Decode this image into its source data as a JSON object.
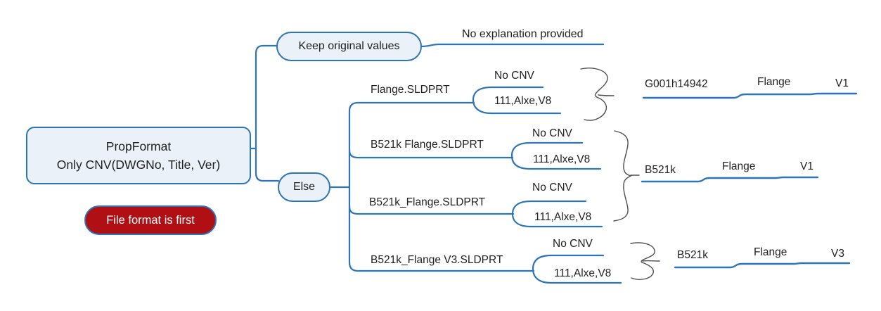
{
  "colors": {
    "line_blue": "#2E75B6",
    "node_fill": "#EAF1F8",
    "node_border": "#2E75B6",
    "note_fill": "#B01013",
    "note_text": "#FFFFFF",
    "brace_gray": "#4D4D4D",
    "text": "#1F1F1F"
  },
  "diagram": {
    "root": {
      "title": "PropFormat",
      "subtitle": "Only CNV(DWGNo, Title, Ver)"
    },
    "note": {
      "label": "File format is first"
    },
    "keep_branch": {
      "label": "Keep original values",
      "result": "No explanation provided"
    },
    "else_branch": {
      "label": "Else",
      "cases": [
        {
          "file": "Flange.SLDPRT",
          "option_top": "No CNV",
          "option_bottom": "111,Alxe,V8"
        },
        {
          "file": "B521k Flange.SLDPRT",
          "option_top": "No CNV",
          "option_bottom": "111,Alxe,V8"
        },
        {
          "file": "B521k_Flange.SLDPRT",
          "option_top": "No CNV",
          "option_bottom": "111,Alxe,V8"
        },
        {
          "file": "B521k_Flange V3.SLDPRT",
          "option_top": "No CNV",
          "option_bottom": "111,Alxe,V8"
        }
      ],
      "results": [
        {
          "dwgno": "G001h14942",
          "title": "Flange",
          "ver": "V1"
        },
        {
          "dwgno": "B521k",
          "title": "Flange",
          "ver": "V1"
        },
        {
          "dwgno": "B521k",
          "title": "Flange",
          "ver": "V3"
        }
      ]
    }
  }
}
